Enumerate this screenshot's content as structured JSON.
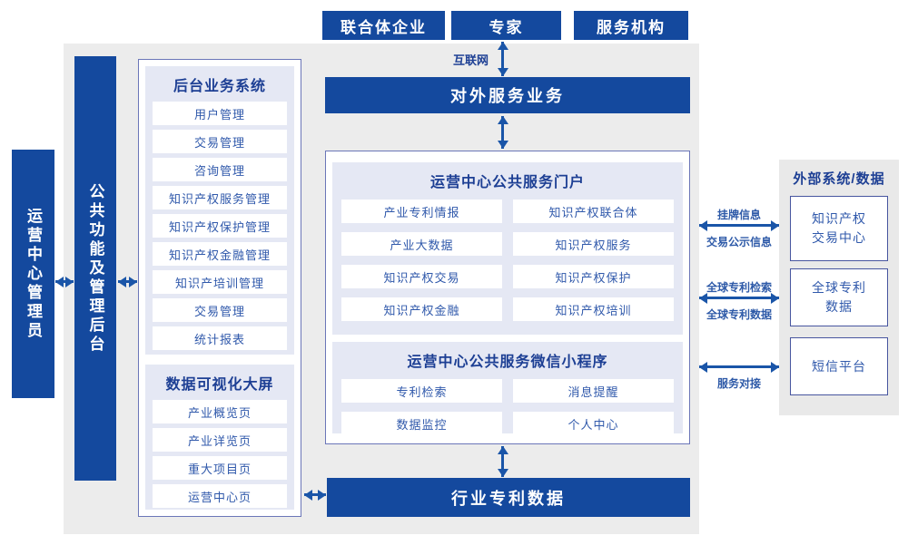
{
  "colors": {
    "primary_blue": "#14499e",
    "arrow_blue": "#1a55a8",
    "panel_lavender": "#e5e8f4",
    "background_gray": "#ececec",
    "container_border": "#6b76b8",
    "item_text_blue": "#3059ab",
    "header_navy": "#1d3f94"
  },
  "top_actors": [
    {
      "label": "联合体企业"
    },
    {
      "label": "专家"
    },
    {
      "label": "服务机构"
    }
  ],
  "internet_label": "互联网",
  "external_service_bar": "对外服务业务",
  "left_roles": {
    "admin": "运营中心管理员",
    "backend": "公共功能及管理后台"
  },
  "backend_system": {
    "title": "后台业务系统",
    "items": [
      "用户管理",
      "交易管理",
      "咨询管理",
      "知识产权服务管理",
      "知识产权保护管理",
      "知识产权金融管理",
      "知识产培训管理",
      "交易管理",
      "统计报表"
    ]
  },
  "data_screen": {
    "title": "数据可视化大屏",
    "items": [
      "产业概览页",
      "产业详览页",
      "重大项目页",
      "运营中心页"
    ]
  },
  "portal": {
    "title": "运营中心公共服务门户",
    "items": [
      "产业专利情报",
      "知识产权联合体",
      "产业大数据",
      "知识产权服务",
      "知识产权交易",
      "知识产权保护",
      "知识产权金融",
      "知识产权培训"
    ]
  },
  "miniprogram": {
    "title": "运营中心公共服务微信小程序",
    "items": [
      "专利检索",
      "消息提醒",
      "数据监控",
      "个人中心"
    ]
  },
  "industry_patent_bar": "行业专利数据",
  "external_systems": {
    "title": "外部系统/数据",
    "boxes": [
      {
        "lines": [
          "知识产权",
          "交易中心"
        ]
      },
      {
        "lines": [
          "全球专利",
          "数据"
        ]
      },
      {
        "lines": [
          "短信平台"
        ]
      }
    ]
  },
  "link_labels": {
    "link1_top": "挂牌信息",
    "link1_bottom": "交易公示信息",
    "link2_top": "全球专利检索",
    "link2_bottom": "全球专利数据",
    "link3_bottom": "服务对接"
  }
}
